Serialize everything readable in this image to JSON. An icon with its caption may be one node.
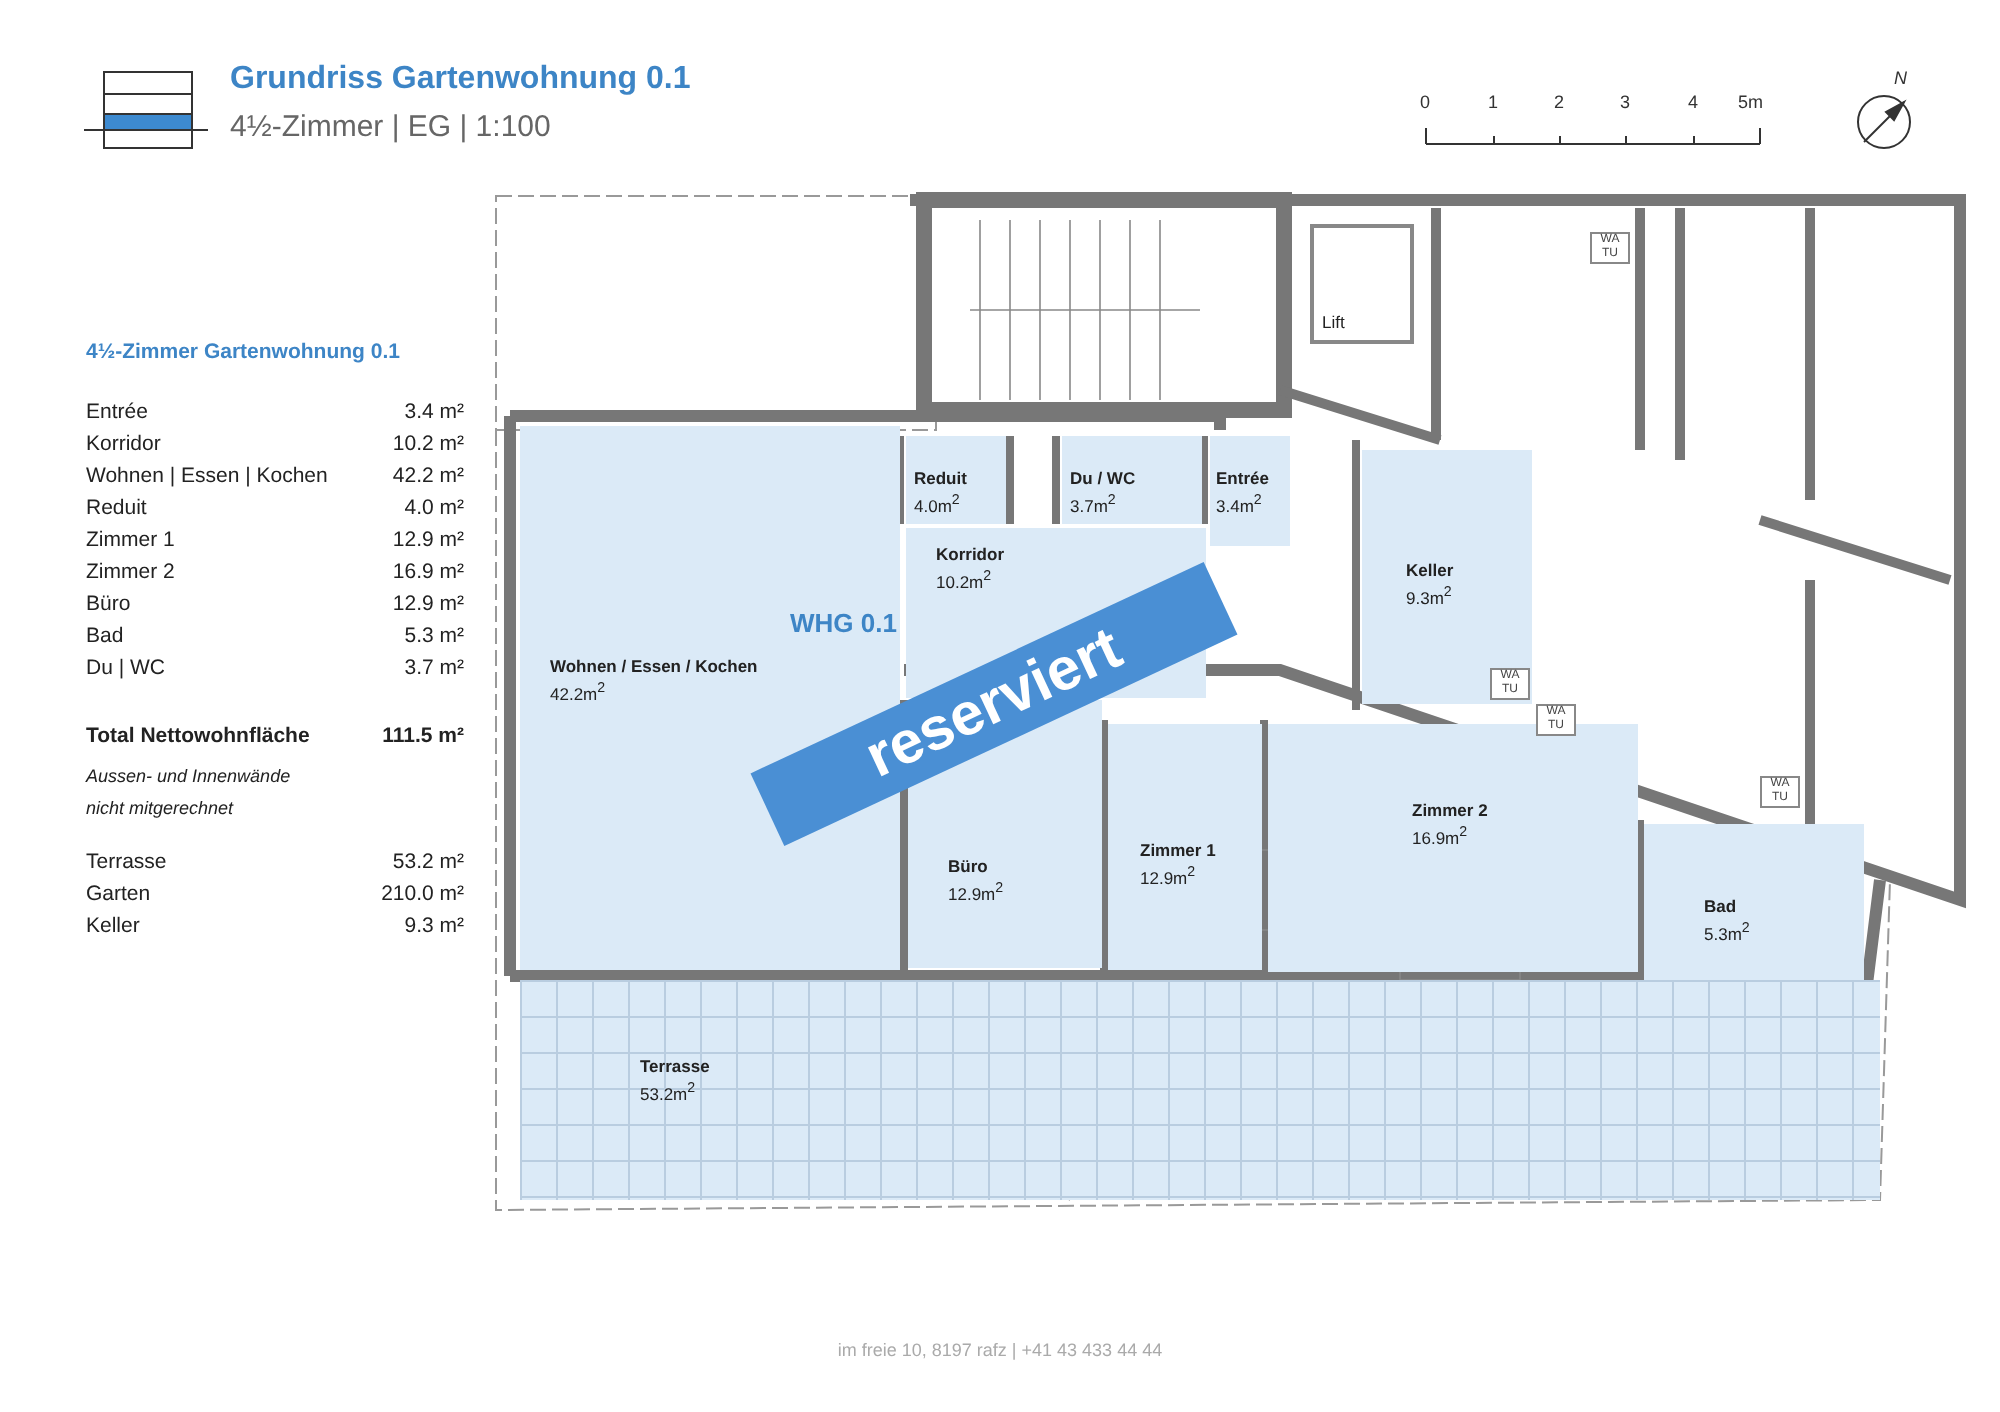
{
  "diagram": {
    "title": "Grundriss Gartenwohnung 0.1",
    "nodes": [
      {
        "text": [
          "Wohnen / Essen / Kochen",
          "42.2m$^{2}$"
        ]
      },
      {
        "text": [
          "Reduit",
          "4.0m$^{2}$"
        ]
      },
      {
        "text": [
          "Du / WC",
          "3.7m$^{2}$"
        ]
      },
      {
        "text": [
          "Entrée",
          "3.4m$^{2}$"
        ]
      },
      {
        "text": [
          "Korridor",
          "10.2m$^{2}$"
        ]
      },
      {
        "text": [
          "Büro",
          "12.9m$^{2}$"
        ]
      },
      {
        "text": [
          "Zimmer 1",
          "12.9m$^{2}$"
        ]
      },
      {
        "text": [
          "Zimmer 2",
          "16.9m$^{2}$"
        ]
      },
      {
        "text": [
          "Keller",
          "9.3m$^{2}$"
        ]
      },
      {
        "text": [
          "Bad",
          "5.3m$^{2}$"
        ]
      },
      {
        "text": [
          "Terrasse",
          "53.2m$^{2}$"
        ]
      },
      {
        "text": [
          "Lift"
        ]
      }
    ],
    "labels": [
      "4½-Zimmer | EG | 1:100",
      "0",
      "1",
      "2",
      "3",
      "4",
      "5m",
      "N",
      "4½-Zimmer Gartenwohnung 0.1",
      "Entrée",
      "3.4 m²",
      "Korridor",
      "10.2 m²",
      "Wohnen | Essen | Kochen",
      "42.2 m²",
      "Reduit",
      "4.0 m²",
      "Zimmer 1",
      "12.9 m²",
      "Zimmer 2",
      "16.9 m²",
      "Büro",
      "12.9 m²",
      "Bad",
      "5.3 m²",
      "Du | WC",
      "3.7 m²",
      "Total Nettowohnfläche",
      "111.5 m²",
      "Aussen- und Innenwände nicht mitgerechnet",
      "Terrasse",
      "53.2 m²",
      "Garten",
      "210.0 m²",
      "Keller",
      "9.3 m²",
      "WA TU",
      "WHG 0.1",
      "reserviert",
      "WA TU",
      "WA TU",
      "WA TU",
      "im freie 10, 8197 rafz | +41 43 433 44 44"
    ]
  }
}
